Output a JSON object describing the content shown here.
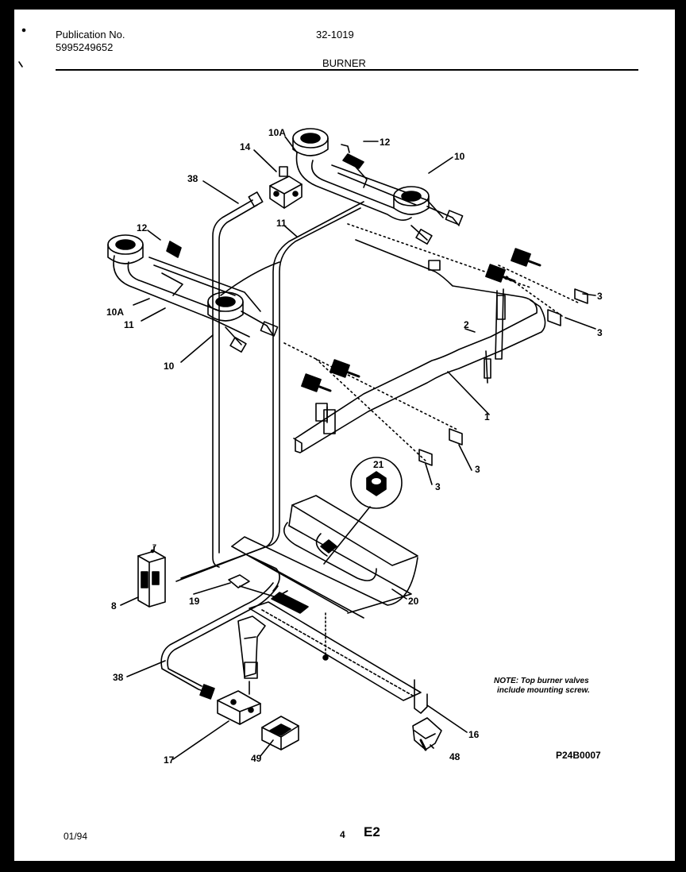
{
  "header": {
    "publication_label": "Publication No.",
    "publication_number": "5995249652",
    "model_code": "32-1019",
    "section": "BURNER"
  },
  "callouts": {
    "c10a_top": "10A",
    "c14": "14",
    "c12_top": "12",
    "c10_top": "10",
    "c38_top": "38",
    "c11_top": "11",
    "c12_left": "12",
    "c10a_left": "10A",
    "c11_left": "11",
    "c10_left": "10",
    "c3_a": "3",
    "c3_b": "3",
    "c2": "2",
    "c1": "1",
    "c3_c": "3",
    "c3_d": "3",
    "c21": "21",
    "c7": "7",
    "c8": "8",
    "c19": "19",
    "c20": "20",
    "c38_bottom": "38",
    "c16": "16",
    "c17": "17",
    "c49": "49",
    "c48": "48"
  },
  "note": {
    "line1": "NOTE: Top burner valves",
    "line2": "include mounting screw."
  },
  "drawing_code": "P24B0007",
  "footer": {
    "date": "01/94",
    "page": "4",
    "section_code": "E2"
  }
}
